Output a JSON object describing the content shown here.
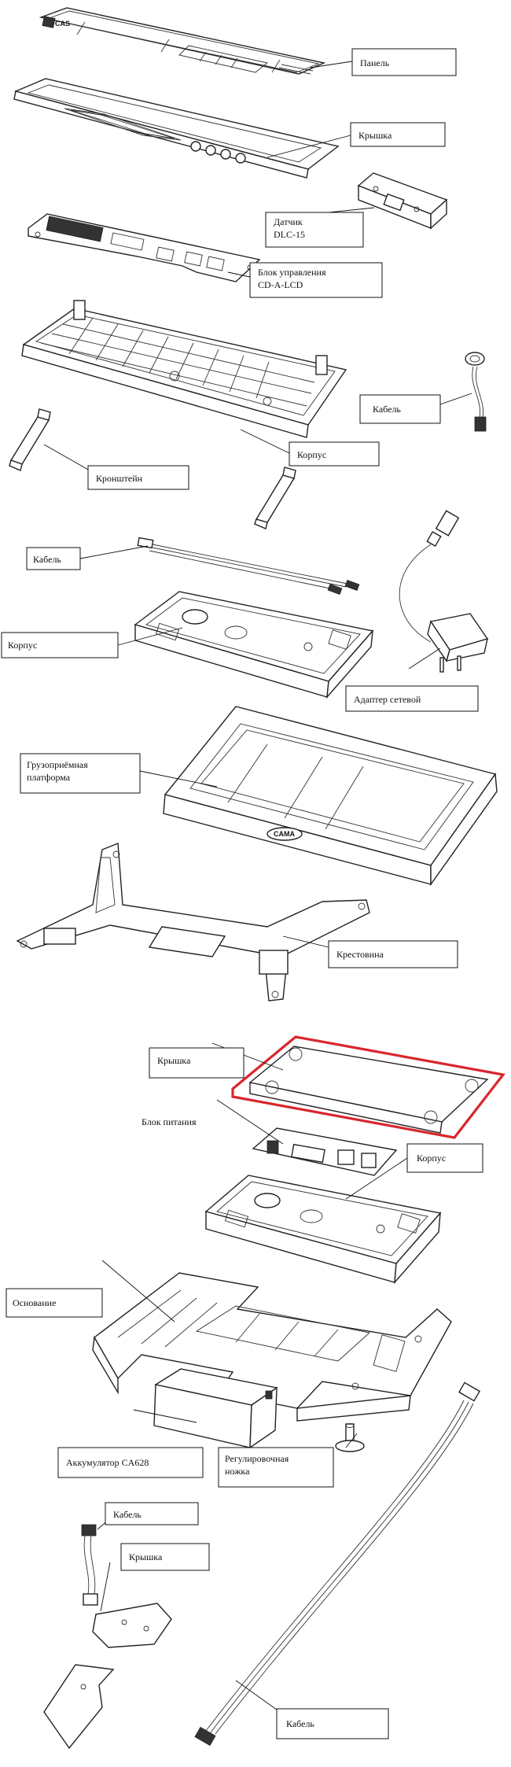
{
  "labels": {
    "panel": "Панель",
    "cover_top": "Крышка",
    "sensor_line1": "Датчик",
    "sensor_line2": "DLC-15",
    "control_line1": "Блок управления",
    "control_line2": "CD-A-LCD",
    "cable_1": "Кабель",
    "housing_1": "Корпус",
    "bracket": "Кронштейн",
    "cable_2": "Кабель",
    "housing_2": "Корпус",
    "adapter": "Адаптер сетевой",
    "platform_line1": "Грузоприёмная",
    "platform_line2": "платформа",
    "cross": "Крестовина",
    "cover_2": "Крышка",
    "power_unit": "Блок питания",
    "housing_3": "Корпус",
    "base": "Основание",
    "battery": "Аккумулятор CA628",
    "foot_line1": "Регулировочная",
    "foot_line2": "ножка",
    "cable_3": "Кабель",
    "cover_3": "Крышка",
    "cable_4": "Кабель"
  },
  "marks": {
    "brand_logo": "CAS",
    "platform_logo": "CAMA"
  },
  "colors": {
    "highlight": "#d9262c",
    "line": "#222222"
  }
}
